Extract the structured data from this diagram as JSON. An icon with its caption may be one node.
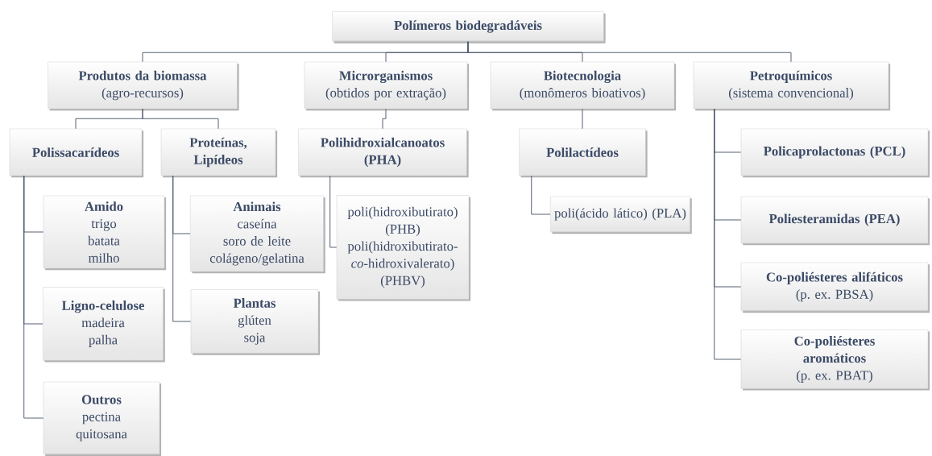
{
  "diagram": {
    "nodes": [
      {
        "text": [
          "Polímeros biodegradáveis"
        ]
      },
      {
        "text": [
          "Produtos da biomassa",
          "(agro-recursos)"
        ]
      },
      {
        "text": [
          "Microrganismos",
          "(obtidos por extração)"
        ]
      },
      {
        "text": [
          "Biotecnologia",
          "(monômeros bioativos)"
        ]
      },
      {
        "text": [
          "Petroquímicos",
          "(sistema convencional)"
        ]
      },
      {
        "text": [
          "Polissacarídeos"
        ]
      },
      {
        "text": [
          "Proteínas, Lipídeos"
        ]
      },
      {
        "text": [
          "Polihidroxialcanoatos (PHA)"
        ]
      },
      {
        "text": [
          "Polilactídeos"
        ]
      },
      {
        "text": [
          "Policaprolactonas (PCL)"
        ]
      },
      {
        "text": [
          "Amido",
          "trigo",
          "batata",
          "milho"
        ]
      },
      {
        "text": [
          "Animais",
          "caseína",
          "soro de leite",
          "colágeno/gelatina"
        ]
      },
      {
        "text": [
          "poli(hidroxibutirato) (PHB)",
          "poli(hidroxibutirato-*co*-hidroxivalerato) (PHBV)"
        ]
      },
      {
        "text": [
          "poli(ácido lático) (PLA)"
        ]
      },
      {
        "text": [
          "Poliesteramidas (PEA)"
        ]
      },
      {
        "text": [
          "Ligno-celulose",
          "madeira",
          "palha"
        ]
      },
      {
        "text": [
          "Plantas",
          "glúten",
          "soja"
        ]
      },
      {
        "text": [
          "Co-poliésteres alifáticos",
          "(p. ex. PBSA)"
        ]
      },
      {
        "text": [
          "**Co-poliésteres aromáticos** (p. ex. PBAT)"
        ]
      },
      {
        "text": [
          "Outros",
          "pectina",
          "quitosana"
        ]
      }
    ],
    "edges": [
      {
        "from": 0,
        "to": 1,
        "arrow": "none"
      },
      {
        "from": 0,
        "to": 2,
        "arrow": "none"
      },
      {
        "from": 0,
        "to": 3,
        "arrow": "none"
      },
      {
        "from": 0,
        "to": 4,
        "arrow": "none"
      },
      {
        "from": 1,
        "to": 5,
        "arrow": "none"
      },
      {
        "from": 1,
        "to": 6,
        "arrow": "none"
      },
      {
        "from": 2,
        "to": 7,
        "arrow": "none"
      },
      {
        "from": 3,
        "to": 8,
        "arrow": "none"
      },
      {
        "from": 4,
        "to": 9,
        "arrow": "none"
      },
      {
        "from": 4,
        "to": 14,
        "arrow": "none"
      },
      {
        "from": 4,
        "to": 17,
        "arrow": "none"
      },
      {
        "from": 4,
        "to": 18,
        "arrow": "none"
      },
      {
        "from": 5,
        "to": 10,
        "arrow": "none"
      },
      {
        "from": 5,
        "to": 15,
        "arrow": "none"
      },
      {
        "from": 5,
        "to": 19,
        "arrow": "none"
      },
      {
        "from": 6,
        "to": 11,
        "arrow": "none"
      },
      {
        "from": 6,
        "to": 16,
        "arrow": "none"
      },
      {
        "from": 7,
        "to": 12,
        "arrow": "none"
      },
      {
        "from": 8,
        "to": 13,
        "arrow": "none"
      }
    ]
  }
}
